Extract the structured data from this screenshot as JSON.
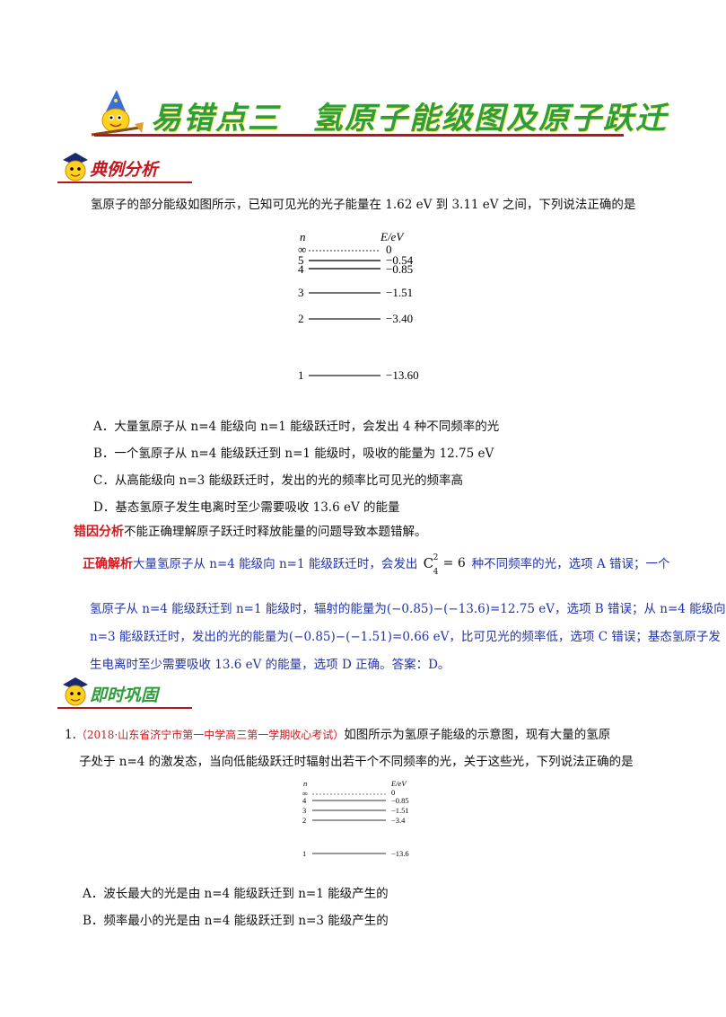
{
  "header": {
    "title": "易错点三　氢原子能级图及原子跃迁"
  },
  "section1": {
    "label": "典例分析",
    "question": "氢原子的部分能级如图所示，已知可见光的光子能量在 1.62 eV 到 3.11 eV 之间，下列说法正确的是",
    "diagram": {
      "n_label": "n",
      "e_label": "E/eV",
      "levels": [
        {
          "n": "∞",
          "e": "0"
        },
        {
          "n": "5",
          "e": "−0.54"
        },
        {
          "n": "4",
          "e": "−0.85"
        },
        {
          "n": "3",
          "e": "−1.51"
        },
        {
          "n": "2",
          "e": "−3.40"
        },
        {
          "n": "1",
          "e": "−13.60"
        }
      ]
    },
    "options": [
      "A．大量氢原子从 n=4 能级向 n=1 能级跃迁时，会发出 4 种不同频率的光",
      "B．一个氢原子从 n=4 能级跃迁到 n=1 能级时，吸收的能量为 12.75 eV",
      "C．从高能级向 n=3 能级跃迁时，发出的光的频率比可见光的频率高",
      "D．基态氢原子发生电离时至少需要吸收 13.6 eV 的能量"
    ],
    "error_label": "错因分析",
    "error_text": "不能正确理解原子跃迁时释放能量的问题导致本题错解。",
    "answer_label": "正确解析",
    "answer_line1_a": "大量氢原子从 n=4 能级向 n=1 能级跃迁时，会发出",
    "comb_base": "C",
    "comb_sup": "2",
    "comb_sub": "4",
    "comb_eq": "= 6",
    "answer_line1_b": "种不同频率的光，选项 A 错误；一个",
    "answer_line2": "氢原子从 n=4 能级跃迁到 n=1 能级时，辐射的能量为(−0.85)−(−13.6)=12.75 eV，选项 B 错误；从 n=4 能级向",
    "answer_line3": "n=3 能级跃迁时，发出的光的能量为(−0.85)−(−1.51)=0.66 eV，比可见光的频率低，选项 C 错误；基态氢原子发",
    "answer_line4": "生电离时至少需要吸收 13.6 eV 的能量，选项 D 正确。答案：D。"
  },
  "section2": {
    "label": "即时巩固",
    "q_number": "1.",
    "q_source": "（2018·山东省济宁市第一中学高三第一学期收心考试）",
    "q_line1": "如图所示为氢原子能级的示意图，现有大量的氢原",
    "q_line2": "子处于 n=4 的激发态，当向低能级跃迁时辐射出若干个不同频率的光，关于这些光，下列说法正确的是",
    "diagram": {
      "n_label": "n",
      "e_label": "E/eV",
      "levels": [
        {
          "n": "∞",
          "e": "0"
        },
        {
          "n": "4",
          "e": "−0.85"
        },
        {
          "n": "3",
          "e": "−1.51"
        },
        {
          "n": "2",
          "e": "−3.4"
        },
        {
          "n": "1",
          "e": "−13.6"
        }
      ]
    },
    "options": [
      "A．波长最大的光是由 n=4 能级跃迁到 n=1 能级产生的",
      "B．频率最小的光是由 n=4 能级跃迁到 n=3 能级产生的"
    ]
  }
}
